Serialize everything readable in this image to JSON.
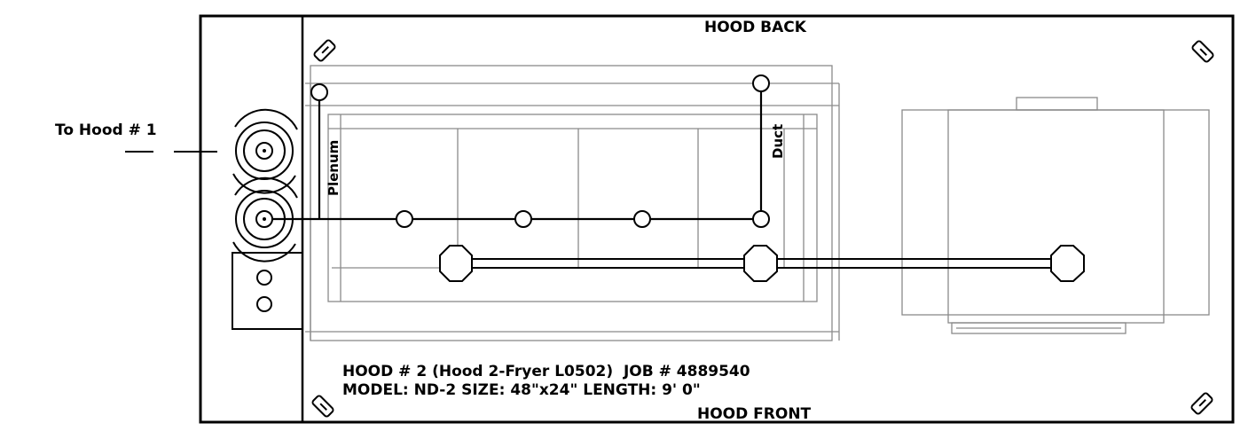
{
  "labels": {
    "hood_back": "HOOD BACK",
    "hood_front": "HOOD FRONT",
    "to_hood": "To Hood # 1",
    "plenum": "Plenum",
    "duct": "Duct"
  },
  "title_block": {
    "line1": "HOOD # 2 (Hood 2-Fryer L0502)  JOB # 4889540",
    "line2": "MODEL: ND-2 SIZE: 48\"x24\" LENGTH: 9' 0\""
  }
}
